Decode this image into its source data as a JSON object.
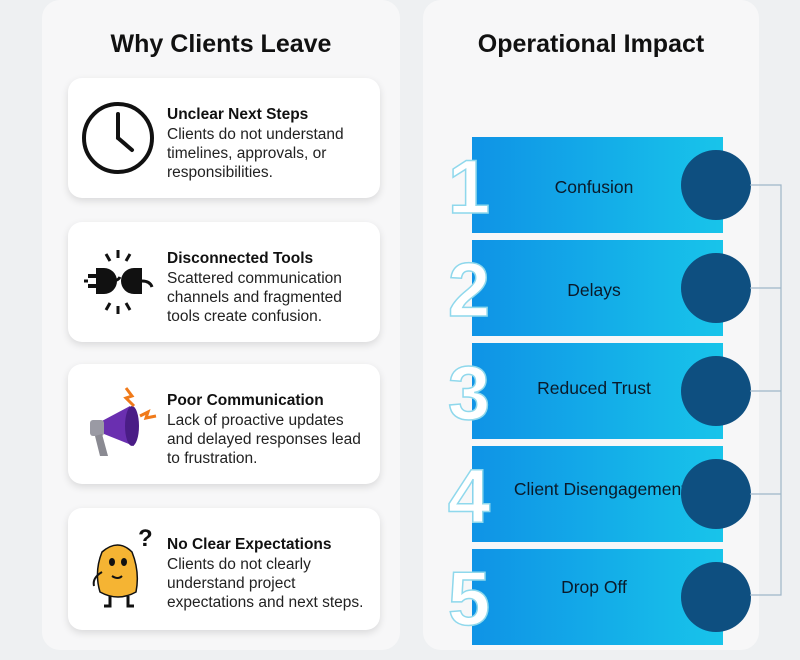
{
  "left": {
    "title": "Why Clients Leave",
    "cards": [
      {
        "icon": "clock-icon",
        "heading": "Unclear Next Steps",
        "body": "Clients do not understand timelines, approvals, or responsibilities."
      },
      {
        "icon": "unplugged-icon",
        "heading": "Disconnected Tools",
        "body": "Scattered communication channels and fragmented tools create confusion."
      },
      {
        "icon": "megaphone-icon",
        "heading": "Poor Communication",
        "body": "Lack of proactive updates and delayed responses lead to frustration."
      },
      {
        "icon": "confused-character-icon",
        "heading": "No Clear Expectations",
        "body": "Clients do not clearly understand project expectations and next steps."
      }
    ]
  },
  "right": {
    "title": "Operational Impact",
    "steps": [
      {
        "number": "1",
        "label": "Confusion"
      },
      {
        "number": "2",
        "label": "Delays"
      },
      {
        "number": "3",
        "label": "Reduced Trust"
      },
      {
        "number": "4",
        "label": "Client Disengagement"
      },
      {
        "number": "5",
        "label": "Drop Off"
      }
    ]
  },
  "colors": {
    "bar_gradient_start": "#0f93e6",
    "bar_gradient_end": "#18c4ea",
    "circle": "#0e4f80",
    "megaphone_purple": "#6a2fb0",
    "spark_orange": "#f07a1a",
    "character_yellow": "#f5b433"
  }
}
